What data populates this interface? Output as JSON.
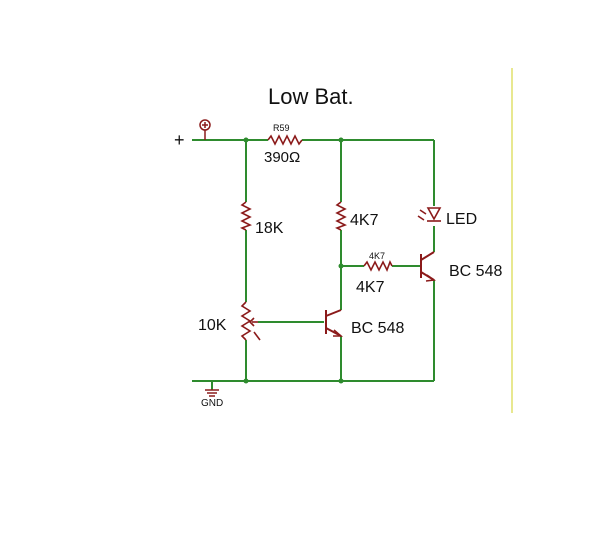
{
  "title": "Low Bat.",
  "terminals": {
    "plus": "+",
    "gnd": "GND"
  },
  "components": {
    "r59": {
      "ref": "R59",
      "value": "390Ω"
    },
    "r_18k": {
      "value": "18K"
    },
    "r_4k7_top": {
      "value": "4K7"
    },
    "r_4k7_base": {
      "ref": "4K7",
      "value": "4K7"
    },
    "pot": {
      "value": "10K"
    },
    "q1": {
      "value": "BC 548"
    },
    "q2": {
      "value": "BC 548"
    },
    "led": {
      "value": "LED"
    }
  },
  "colors": {
    "wire": "#2e8b2e",
    "component": "#8b1a1a",
    "panel_edge": "#e8e890",
    "text": "#111111"
  }
}
